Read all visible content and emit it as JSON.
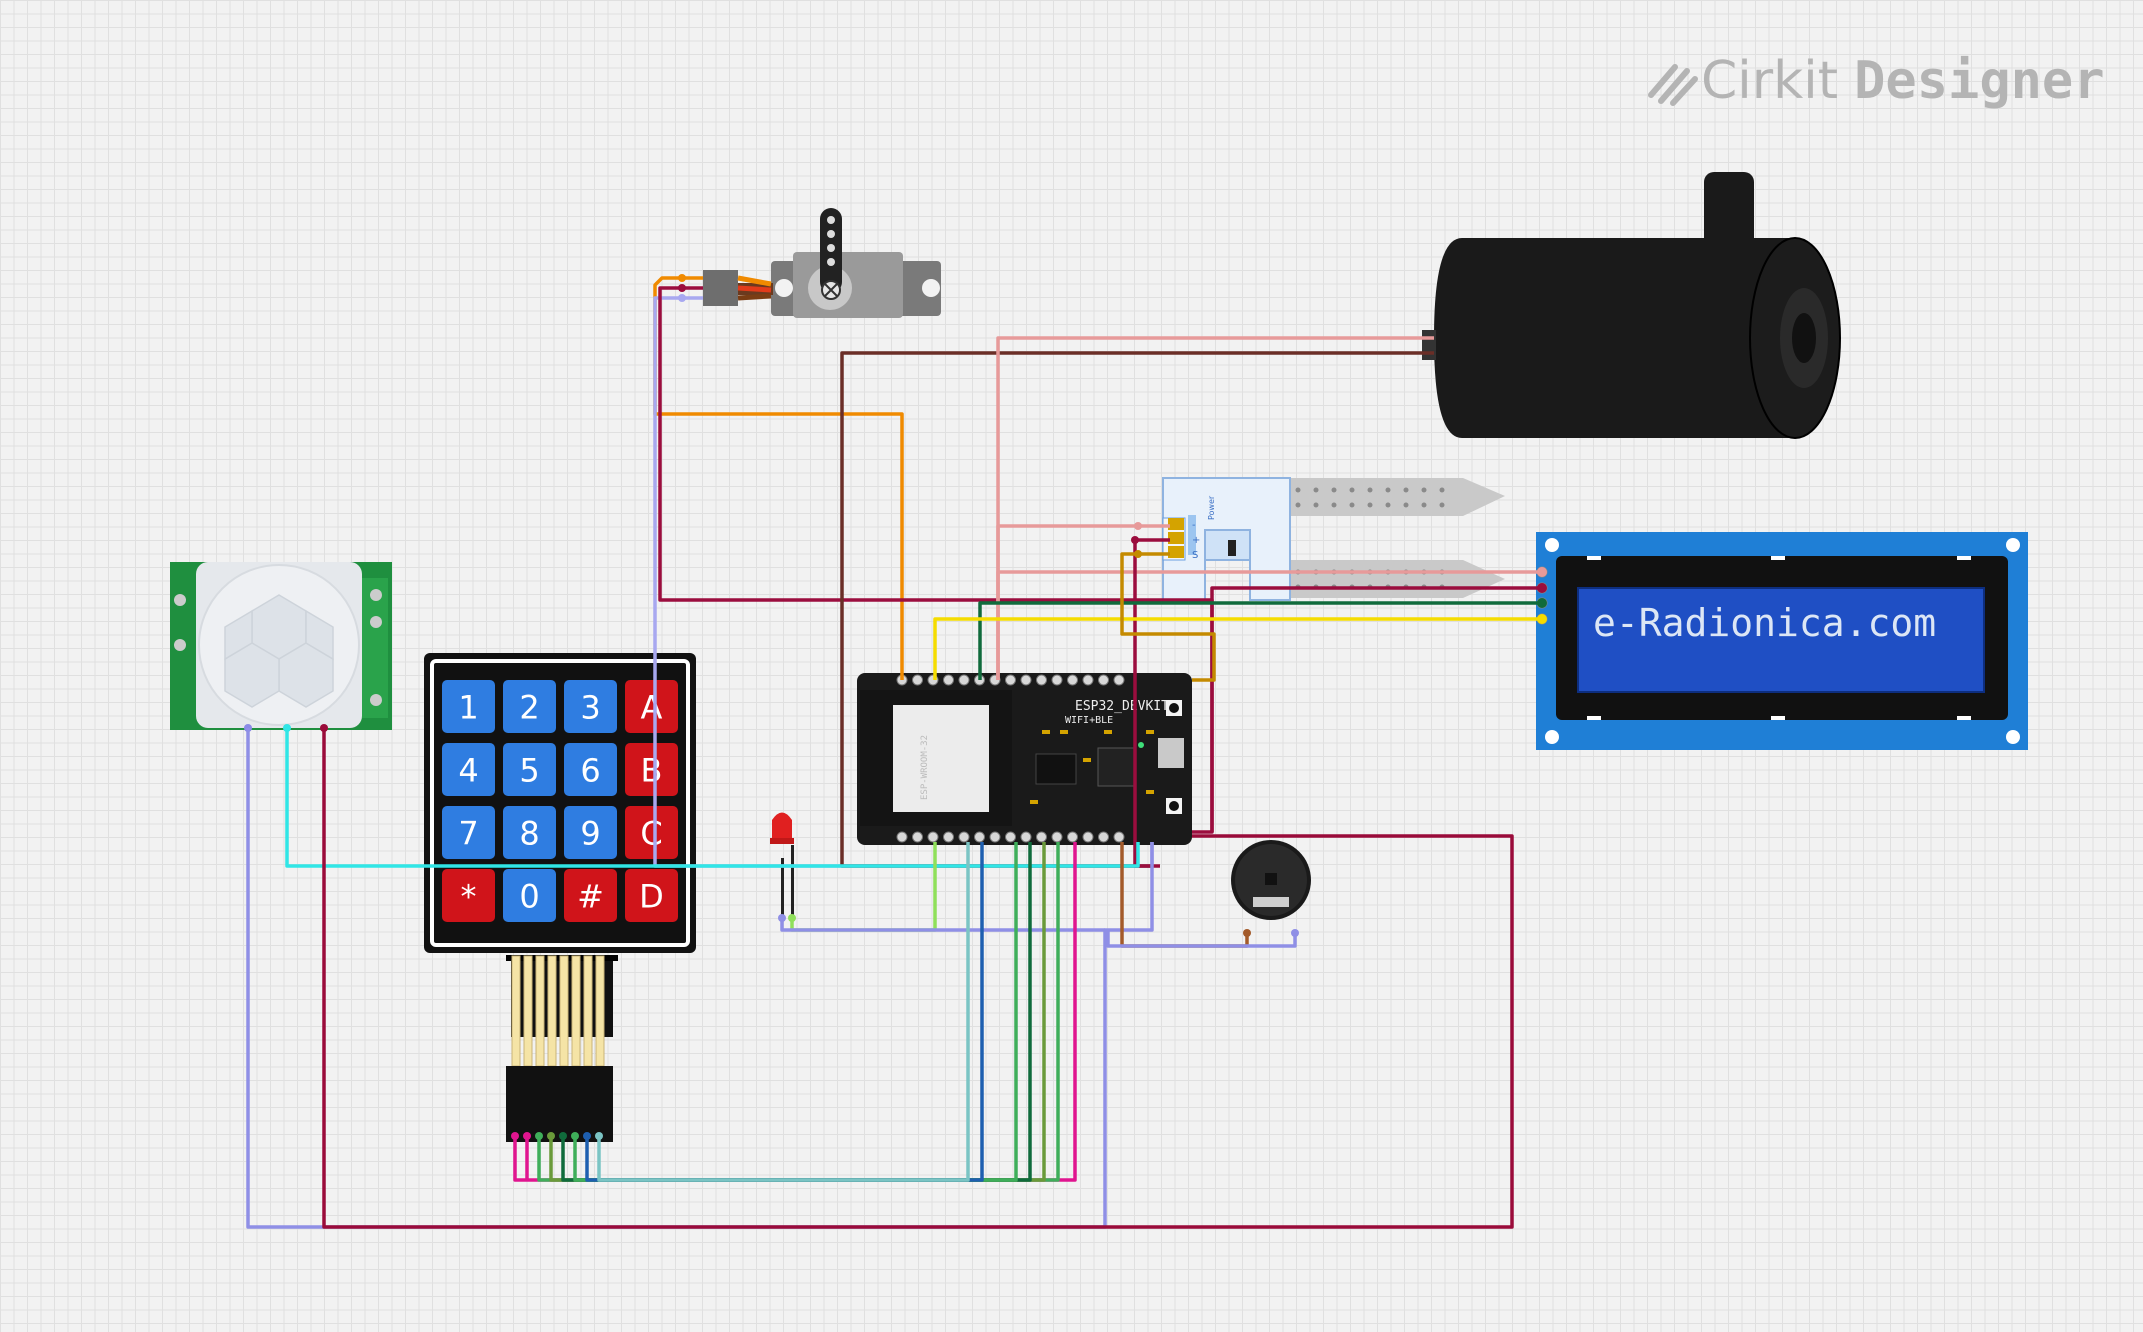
{
  "brand": {
    "name_light": "Cirkit",
    "name_bold": "Designer",
    "icon": "cirkit-slash-icon"
  },
  "keypad": {
    "keys": [
      "1",
      "2",
      "3",
      "A",
      "4",
      "5",
      "6",
      "B",
      "7",
      "8",
      "9",
      "C",
      "*",
      "0",
      "#",
      "D"
    ],
    "blue": "#2f7de1",
    "red": "#d0141a"
  },
  "esp32": {
    "title": "ESP32_DEVKIT",
    "subtitle": "WIFI+BLE",
    "module_label": "ESP-WROOM-32"
  },
  "lcd": {
    "text": "e-Radionica.com",
    "background": "#1f5fc9"
  },
  "soil_sensor": {
    "labels": [
      "-",
      "+",
      "S",
      "Power"
    ]
  },
  "colors": {
    "orange": "#f08a00",
    "lavender": "#a8a8f0",
    "maroon": "#9b0d3e",
    "brown": "#6b2e27",
    "pink": "#e79a9a",
    "yellow": "#f5dc00",
    "darkgreen": "#106b3c",
    "gold": "#c48a00",
    "cyan": "#30e6e6",
    "purple": "#8f8fe6",
    "lime": "#8fe05a",
    "magenta": "#e0158f",
    "crimson": "#9a0b3a",
    "teal": "#7bc4c4",
    "blue": "#1e5fb0",
    "green": "#3fae5a",
    "olive": "#6a9a3a",
    "sienna": "#a35a2a"
  }
}
